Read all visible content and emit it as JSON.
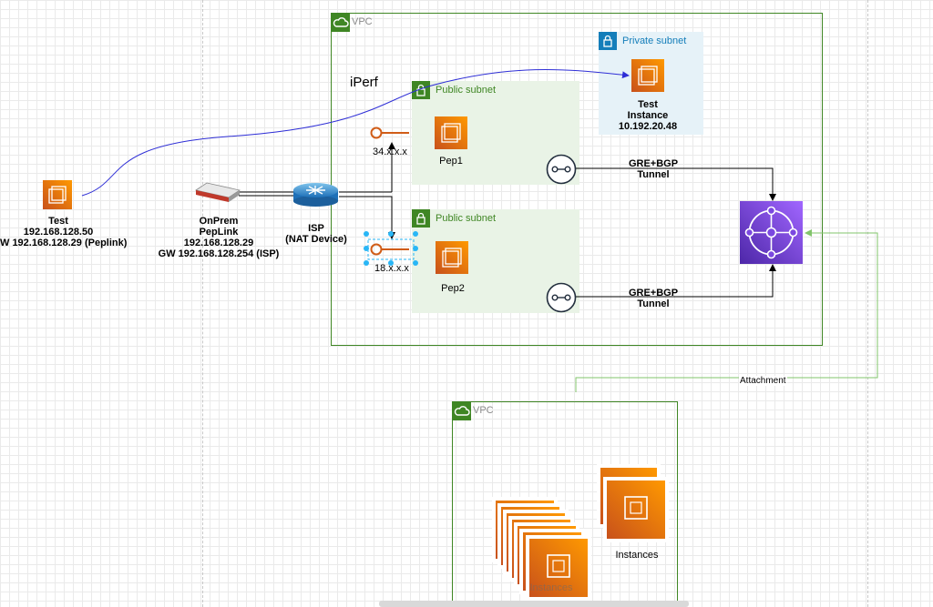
{
  "canvas": {
    "background": "#ffffff",
    "grid_color": "#eaeaea"
  },
  "colors": {
    "vpc_border": "#3f8624",
    "public_subnet_fill": "#e9f3e6",
    "private_subnet_fill": "#e6f2f8",
    "ec2_gradient": [
      "#c8511b",
      "#ff9900"
    ],
    "tgw_gradient": [
      "#4d27a8",
      "#a166ff"
    ],
    "iperf_arrow": "#2f2fd6",
    "attachment_line": "#82c46b",
    "eip_orange": "#d05c17",
    "vpn_navy": "#232f3e"
  },
  "icons": {
    "vpc": "cloud-icon",
    "subnet": "lock-icon",
    "instance": "ec2-instance-icon",
    "router": "router-icon",
    "peplink": "network-appliance-icon",
    "elastic_ip": "elastic-ip-icon",
    "vpn": "vpn-connection-icon",
    "tgw": "transit-gateway-icon"
  },
  "vpc_main": {
    "label": "VPC"
  },
  "vpc_secondary": {
    "label": "VPC"
  },
  "private_subnet": {
    "label": "Private subnet"
  },
  "public_subnet_1": {
    "label": "Public subnet"
  },
  "public_subnet_2": {
    "label": "Public subnet"
  },
  "test_onprem": {
    "lines": [
      "Test",
      "192.168.128.50",
      "W 192.168.128.29 (Peplink)"
    ]
  },
  "peplink": {
    "lines": [
      "OnPrem",
      "PepLink",
      "192.168.128.29",
      "GW 192.168.128.254 (ISP)"
    ]
  },
  "isp": {
    "lines": [
      "ISP",
      "(NAT Device)"
    ]
  },
  "eip_1": {
    "label": "34.x.x.x"
  },
  "eip_2": {
    "label": "18.x.x.x"
  },
  "pep1": {
    "label": "Pep1"
  },
  "pep2": {
    "label": "Pep2"
  },
  "test_instance": {
    "lines": [
      "Test",
      "Instance",
      "10.192.20.48"
    ]
  },
  "tunnel_1": {
    "lines": [
      "GRE+BGP",
      "Tunnel"
    ]
  },
  "tunnel_2": {
    "lines": [
      "GRE+BGP",
      "Tunnel"
    ]
  },
  "iperf": {
    "label": "iPerf"
  },
  "attachment": {
    "label": "Attachment"
  },
  "instances_stack_right": {
    "label": "Instances"
  },
  "instances_stack_left": {
    "label": "Instances"
  }
}
